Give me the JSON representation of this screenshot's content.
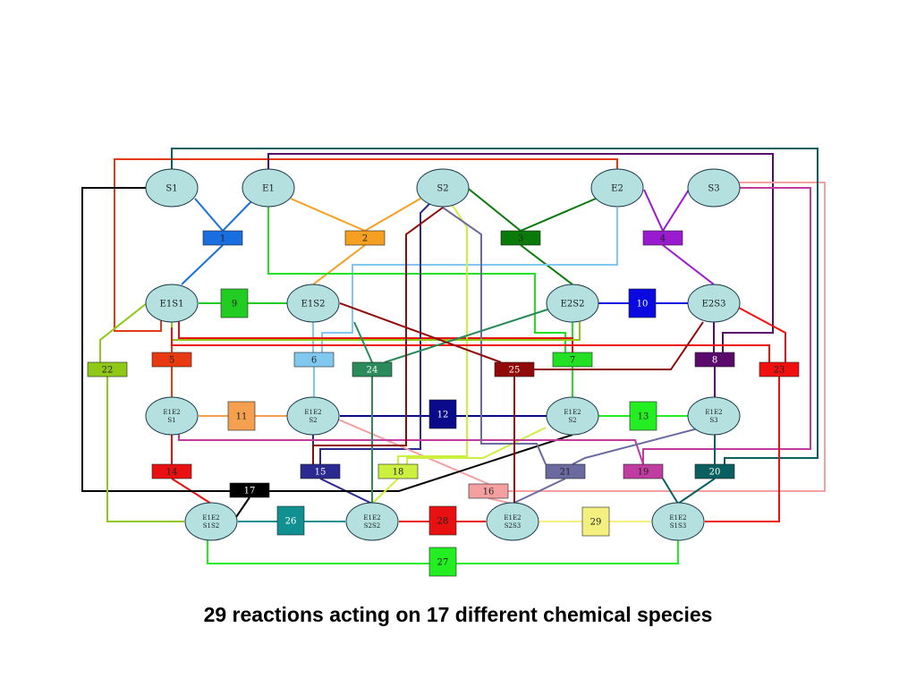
{
  "caption": "29 reactions acting on 17 different chemical species",
  "species": {
    "S1": "S1",
    "E1": "E1",
    "S2": "S2",
    "E2": "E2",
    "S3": "S3",
    "E1S1": "E1S1",
    "E1S2": "E1S2",
    "E2S2": "E2S2",
    "E2S3": "E2S3",
    "E1E2S1": [
      "E1E2",
      "S1"
    ],
    "E1E2S2": [
      "E1E2",
      "S2"
    ],
    "E1E2S2b": [
      "E1E2",
      "S2"
    ],
    "E1E2S3": [
      "E1E2",
      "S3"
    ],
    "E1E2S1S2": [
      "E1E2",
      "S1S2"
    ],
    "E1E2S2S2": [
      "E1E2",
      "S2S2"
    ],
    "E1E2S2S3": [
      "E1E2",
      "S2S3"
    ],
    "E1E2S1S3": [
      "E1E2",
      "S1S3"
    ]
  },
  "reactions": [
    {
      "label": "1",
      "color": "#1a6fe0"
    },
    {
      "label": "2",
      "color": "#f5a020"
    },
    {
      "label": "3",
      "color": "#0a7a0a"
    },
    {
      "label": "4",
      "color": "#9a1ad0"
    },
    {
      "label": "5",
      "color": "#e83a10"
    },
    {
      "label": "6",
      "color": "#80c8f0"
    },
    {
      "label": "7",
      "color": "#22e022"
    },
    {
      "label": "8",
      "color": "#5a0a6a"
    },
    {
      "label": "9",
      "color": "#22cc22"
    },
    {
      "label": "10",
      "color": "#0a0ae0"
    },
    {
      "label": "11",
      "color": "#f4a050"
    },
    {
      "label": "12",
      "color": "#0a0a8a"
    },
    {
      "label": "13",
      "color": "#22ee22"
    },
    {
      "label": "14",
      "color": "#e81010"
    },
    {
      "label": "15",
      "color": "#2a2a90"
    },
    {
      "label": "16",
      "color": "#f4a0a0"
    },
    {
      "label": "17",
      "color": "#000000"
    },
    {
      "label": "18",
      "color": "#ccf040"
    },
    {
      "label": "19",
      "color": "#c03ca0"
    },
    {
      "label": "20",
      "color": "#0a6060"
    },
    {
      "label": "21",
      "color": "#6a6aa0"
    },
    {
      "label": "22",
      "color": "#90c818"
    },
    {
      "label": "23",
      "color": "#f01010"
    },
    {
      "label": "24",
      "color": "#2a8a5a"
    },
    {
      "label": "25",
      "color": "#900a0a"
    },
    {
      "label": "26",
      "color": "#109090"
    },
    {
      "label": "27",
      "color": "#22ee22"
    },
    {
      "label": "28",
      "color": "#e81010"
    },
    {
      "label": "29",
      "color": "#f4f080"
    }
  ],
  "colors": {
    "node_fill": "#b4e0e0",
    "node_stroke": "#1a3a4a"
  }
}
